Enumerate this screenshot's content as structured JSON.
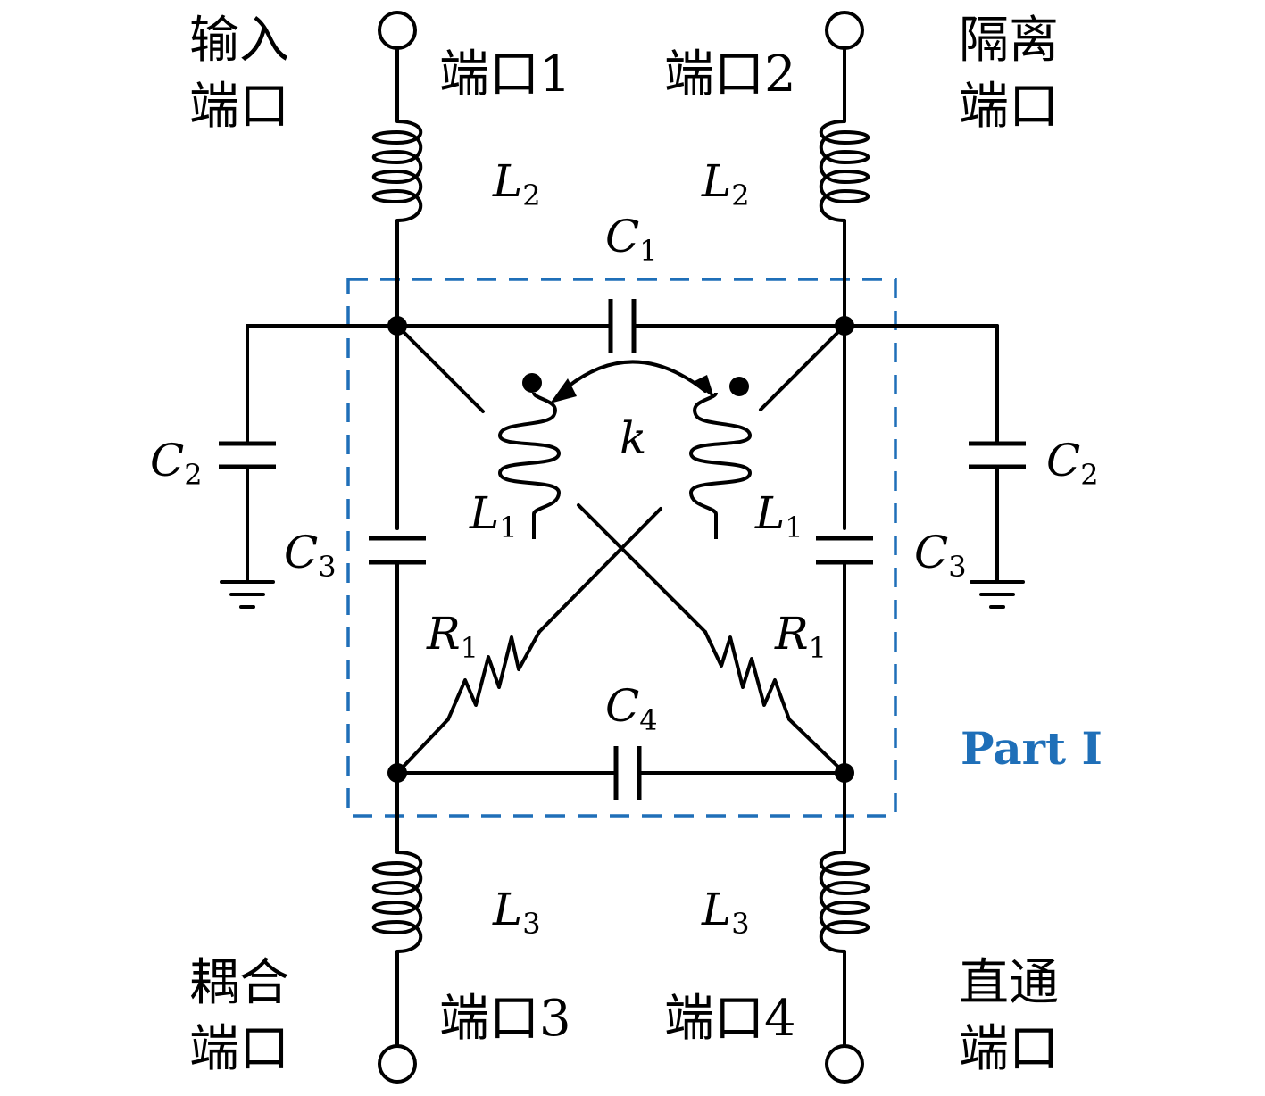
{
  "ports": {
    "p1": {
      "name_line1": "输入",
      "name_line2": "端口",
      "label": "端口1"
    },
    "p2": {
      "name_line1": "隔离",
      "name_line2": "端口",
      "label": "端口2"
    },
    "p3": {
      "name_line1": "耦合",
      "name_line2": "端口",
      "label": "端口3"
    },
    "p4": {
      "name_line1": "直通",
      "name_line2": "端口",
      "label": "端口4"
    }
  },
  "components": {
    "L": "L",
    "C": "C",
    "R": "R",
    "k": "k",
    "sub1": "1",
    "sub2": "2",
    "sub3": "3",
    "sub4": "4"
  },
  "region_label": "Part Ⅰ"
}
